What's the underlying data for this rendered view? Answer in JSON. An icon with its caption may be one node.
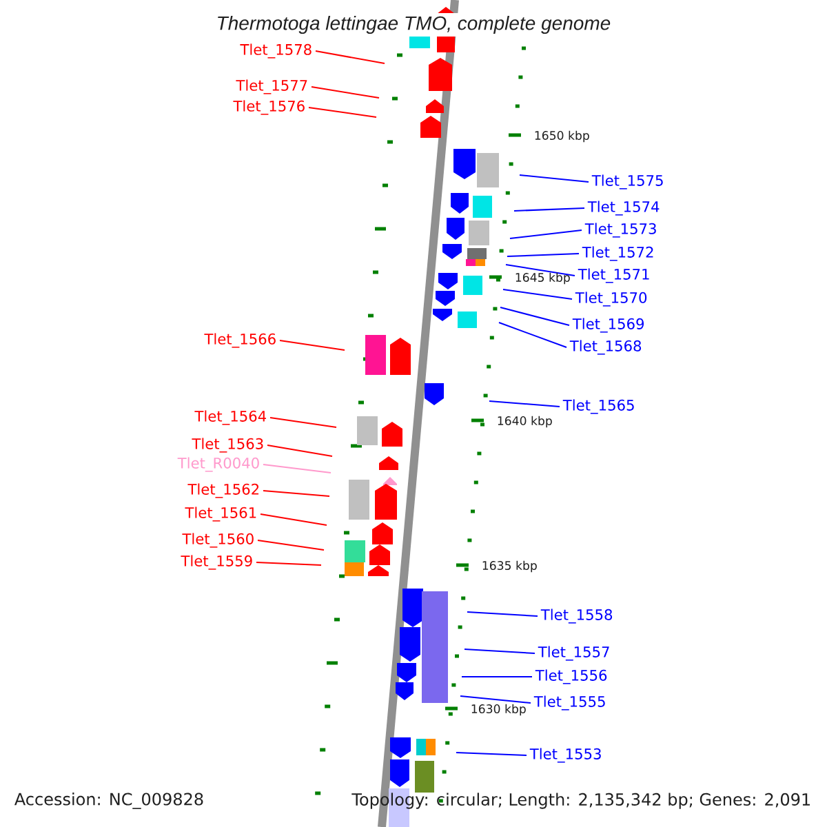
{
  "diagram": {
    "title": "Thermotoga lettingae TMO, complete genome",
    "nodes": [
      {
        "text": [
          "Tlet_1578"
        ]
      },
      {
        "text": [
          "Tlet_1577"
        ]
      },
      {
        "text": [
          "Tlet_1576"
        ]
      },
      {
        "text": [
          "Tlet_1575"
        ]
      },
      {
        "text": [
          "Tlet_1574"
        ]
      },
      {
        "text": [
          "Tlet_1573"
        ]
      },
      {
        "text": [
          "Tlet_1572"
        ]
      },
      {
        "text": [
          "Tlet_1571"
        ]
      },
      {
        "text": [
          "Tlet_1570"
        ]
      },
      {
        "text": [
          "Tlet_1569"
        ]
      },
      {
        "text": [
          "Tlet_1568"
        ]
      },
      {
        "text": [
          "Tlet_1566"
        ]
      },
      {
        "text": [
          "Tlet_1565"
        ]
      },
      {
        "text": [
          "Tlet_1564"
        ]
      },
      {
        "text": [
          "Tlet_1563"
        ]
      },
      {
        "text": [
          "Tlet_R0040"
        ]
      },
      {
        "text": [
          "Tlet_1562"
        ]
      },
      {
        "text": [
          "Tlet_1561"
        ]
      },
      {
        "text": [
          "Tlet_1560"
        ]
      },
      {
        "text": [
          "Tlet_1559"
        ]
      },
      {
        "text": [
          "Tlet_1558"
        ]
      },
      {
        "text": [
          "Tlet_1557"
        ]
      },
      {
        "text": [
          "Tlet_1556"
        ]
      },
      {
        "text": [
          "Tlet_1555"
        ]
      },
      {
        "text": [
          "Tlet_1553"
        ]
      }
    ],
    "edges": [
      {
        "from": 0,
        "to": null,
        "arrow": "none",
        "color": "#ff0000"
      },
      {
        "from": 1,
        "to": null,
        "arrow": "none",
        "color": "#ff0000"
      },
      {
        "from": 2,
        "to": null,
        "arrow": "none",
        "color": "#ff0000"
      },
      {
        "from": 3,
        "to": null,
        "arrow": "none"
      },
      {
        "from": 4,
        "to": null,
        "arrow": "none"
      },
      {
        "from": 5,
        "to": null,
        "arrow": "none"
      },
      {
        "from": 6,
        "to": null,
        "arrow": "none"
      },
      {
        "from": 7,
        "to": null,
        "arrow": "none"
      },
      {
        "from": 8,
        "to": null,
        "arrow": "none"
      },
      {
        "from": 9,
        "to": null,
        "arrow": "none"
      },
      {
        "from": 10,
        "to": null,
        "arrow": "none"
      },
      {
        "from": 11,
        "to": null,
        "arrow": "none",
        "color": "#ff0000"
      },
      {
        "from": 12,
        "to": null,
        "arrow": "none"
      },
      {
        "from": 13,
        "to": null,
        "arrow": "none",
        "color": "#ff0000"
      },
      {
        "from": 14,
        "to": null,
        "arrow": "none",
        "color": "#ff0000"
      },
      {
        "from": 15,
        "to": null,
        "arrow": "none",
        "color": "#ff99cc"
      },
      {
        "from": 16,
        "to": null,
        "arrow": "none",
        "color": "#ff0000"
      },
      {
        "from": 17,
        "to": null,
        "arrow": "none",
        "color": "#ff0000"
      },
      {
        "from": 18,
        "to": null,
        "arrow": "none",
        "color": "#ff0000"
      },
      {
        "from": 19,
        "to": null,
        "arrow": "none",
        "color": "#ff0000"
      },
      {
        "from": 20,
        "to": null,
        "arrow": "none"
      },
      {
        "from": 21,
        "to": null,
        "arrow": "none"
      },
      {
        "from": 22,
        "to": null,
        "arrow": "none"
      },
      {
        "from": 23,
        "to": null,
        "arrow": "none"
      },
      {
        "from": 24,
        "to": null,
        "arrow": "none"
      }
    ],
    "labels": [
      "1650 kbp",
      "1645 kbp",
      "1640 kbp",
      "1635 kbp",
      "1630 kbp",
      "Accession: NC_009828",
      "Topology: circular; Length: 2,135,342 bp; Genes: 2,091"
    ]
  }
}
